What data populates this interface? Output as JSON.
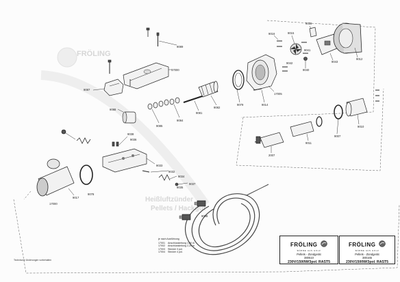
{
  "watermark": {
    "brand": "FRÖLING",
    "line1": "Heißluftzünder",
    "line2": "Pellets / Hackgut"
  },
  "labels": [
    {
      "id": "9089",
      "text": "9089"
    },
    {
      "id": "17000",
      "text": "17000"
    },
    {
      "id": "9087",
      "text": "9087"
    },
    {
      "id": "9088",
      "text": "9088"
    },
    {
      "id": "9085",
      "text": "9085"
    },
    {
      "id": "9084",
      "text": "9084"
    },
    {
      "id": "9081",
      "text": "9081"
    },
    {
      "id": "9082",
      "text": "9082"
    },
    {
      "id": "9079",
      "text": "9079"
    },
    {
      "id": "9014",
      "text": "9014"
    },
    {
      "id": "17005",
      "text": "17005"
    },
    {
      "id": "9016",
      "text": "9016"
    },
    {
      "id": "9015",
      "text": "9015"
    },
    {
      "id": "9039",
      "text": "9039"
    },
    {
      "id": "9041",
      "text": "9041"
    },
    {
      "id": "9043",
      "text": "9043"
    },
    {
      "id": "9040",
      "text": "9040"
    },
    {
      "id": "9012",
      "text": "9012"
    },
    {
      "id": "9042",
      "text": "9042"
    },
    {
      "id": "9038",
      "text": "9038"
    },
    {
      "id": "9036",
      "text": "9036"
    },
    {
      "id": "9033",
      "text": "9033"
    },
    {
      "id": "9032",
      "text": "9032"
    },
    {
      "id": "9034",
      "text": "9034"
    },
    {
      "id": "9035",
      "text": "9035"
    },
    {
      "id": "9037",
      "text": "9037"
    },
    {
      "id": "9010",
      "text": "9010"
    },
    {
      "id": "9007",
      "text": "9007"
    },
    {
      "id": "9011",
      "text": "9011"
    },
    {
      "id": "2007",
      "text": "2007"
    },
    {
      "id": "9017",
      "text": "9017"
    },
    {
      "id": "9078",
      "text": "9078"
    },
    {
      "id": "17000b",
      "text": "17000"
    },
    {
      "id": "9008",
      "text": "9008"
    }
  ],
  "legend": {
    "heading": "je nach Ausführung",
    "rows": [
      {
        "code": "17001",
        "desc": "Anschlussleitung 1,00 m"
      },
      {
        "code": "17002",
        "desc": "Anschlussleitung 2,20 m"
      },
      {
        "code": "17003",
        "desc": "Stecker 3 pol."
      },
      {
        "code": "17004",
        "desc": "Stecker 4 pol."
      }
    ]
  },
  "title_blocks": [
    {
      "brand": "FRÖLING",
      "tagline": "WÄRME AUS HOLZ",
      "line1": "Pellets - Zündgerät",
      "line2": "380510",
      "line3": "230V/1500W/3pol. RAST5"
    },
    {
      "brand": "FRÖLING",
      "tagline": "WÄRME AUS HOLZ",
      "line1": "Pellets - Zündgerät",
      "line2": "380165",
      "line3": "230V/1500W/3pol. RAST5"
    }
  ],
  "footnote": "Technische Änderungen vorbehalten"
}
